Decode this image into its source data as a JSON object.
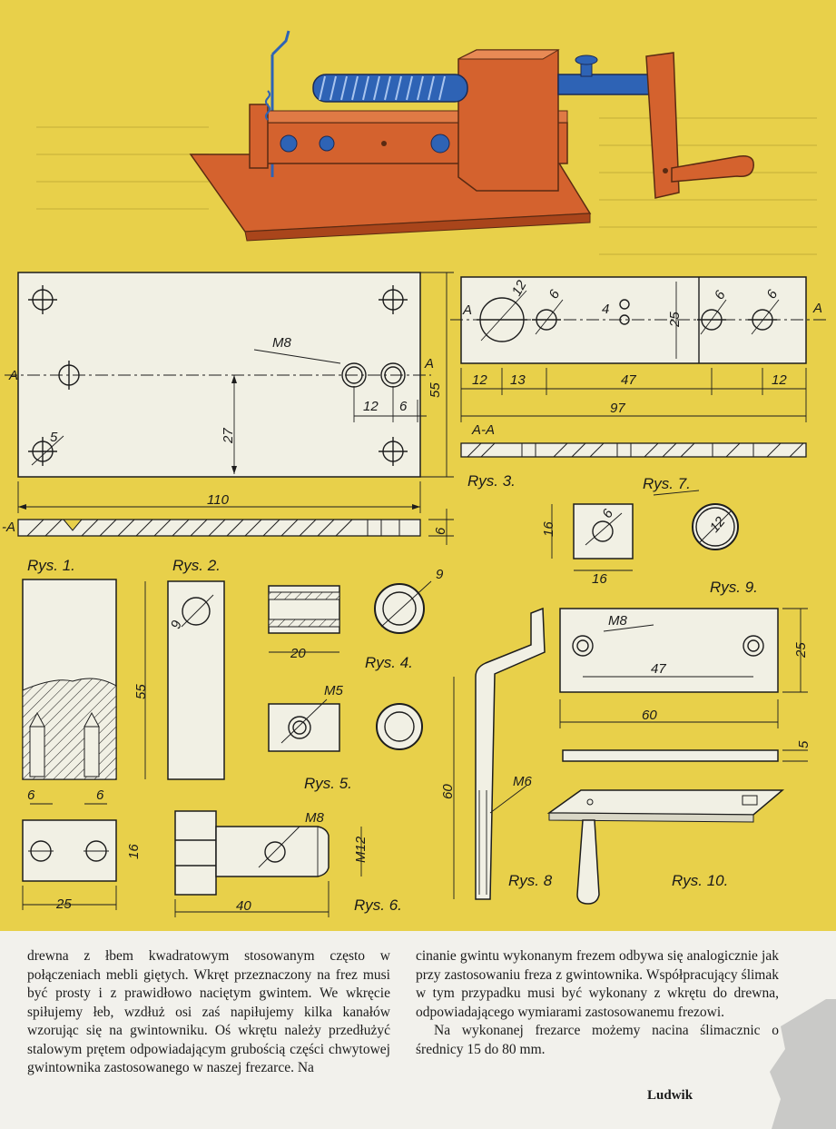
{
  "figure_labels": {
    "rys1": "Rys. 1.",
    "rys2": "Rys. 2.",
    "rys3": "Rys. 3.",
    "rys4": "Rys. 4.",
    "rys5": "Rys. 5.",
    "rys6": "Rys. 6.",
    "rys7": "Rys. 7.",
    "rys8": "Rys. 8",
    "rys9": "Rys. 9.",
    "rys10": "Rys. 10."
  },
  "dimensions": {
    "d110": "110",
    "d55": "55",
    "d27": "27",
    "d12a": "12",
    "d6a": "6",
    "m8": "M8",
    "d5a": "5",
    "d6b": "6",
    "sectionA": "A",
    "sectionAA": "A-A",
    "d12b": "12",
    "d6c": "6",
    "d4": "4",
    "d6d": "6",
    "d25a": "25",
    "d6e": "6",
    "d6f": "6",
    "d12c": "12",
    "d13": "13",
    "d47a": "47",
    "d12d": "12",
    "d97": "97",
    "d55b": "55",
    "d9a": "9",
    "d20": "20",
    "d9b": "9",
    "m5": "M5",
    "d6g": "6",
    "d6h": "6",
    "d16a": "16",
    "d25b": "25",
    "m8b": "M8",
    "m12": "M12",
    "d40": "40",
    "d16b": "16",
    "d6i": "6",
    "d16c": "16",
    "d12e": "12",
    "m6": "M6",
    "d60a": "60",
    "m8c": "M8",
    "d47b": "47",
    "d25c": "25",
    "d60b": "60",
    "d5b": "5"
  },
  "text": {
    "col1": "drewna z łbem kwadratowym stosowanym często w połączeniach mebli giętych. Wkręt przeznaczony na frez musi być prosty i z prawidłowo naciętym gwintem. We wkręcie spiłujemy łeb, wzdłuż osi zaś napiłujemy kilka kanałów wzorując się na gwintowniku. Oś wkrętu należy przedłużyć stalowym prętem odpowiadającym grubością części chwytowej gwintownika zastosowanego w naszej frezarce. Na",
    "col2_p1": "cinanie gwintu wykonanym frezem odbywa się analogicznie jak przy zastosowaniu freza z gwintownika. Współpracujący ślimak w tym przypadku musi być wykonany z wkrętu do drewna, odpowiadającego wymiarami zastosowanemu frezowi.",
    "col2_p2": "Na wykonanej frezarce możemy nacina ślimacznic o średnicy 15 do 80 mm.",
    "author": "Ludwik"
  },
  "colors": {
    "background_yellow": "#e8d04a",
    "machine_orange": "#d4622e",
    "machine_blue": "#2e63b5",
    "part_fill": "#f1f0e4",
    "paper": "#f2f1ec"
  }
}
